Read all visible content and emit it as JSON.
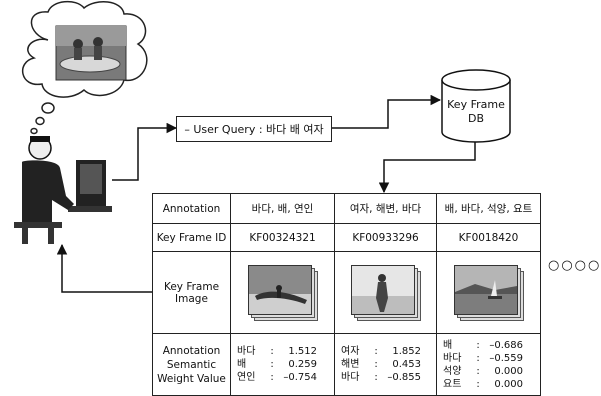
{
  "query": {
    "label": "– User Query : 바다 배 여자"
  },
  "db": {
    "line1": "Key Frame",
    "line2": "DB"
  },
  "table": {
    "annotation_header": "Annotation",
    "annotations": [
      "바다, 배, 연인",
      "여자, 해변, 바다",
      "배, 바다, 석양, 요트"
    ],
    "id_header": "Key Frame ID",
    "ids": [
      "KF00324321",
      "KF00933296",
      "KF0018420"
    ],
    "image_header_line1": "Key Frame",
    "image_header_line2": "Image",
    "weight_header_line1": "Annotation",
    "weight_header_line2": "Semantic",
    "weight_header_line3": "Weight Value",
    "weights": [
      [
        {
          "k": "바다",
          "v": "1.512"
        },
        {
          "k": "배",
          "v": "0.259"
        },
        {
          "k": "연인",
          "v": "–0.754"
        }
      ],
      [
        {
          "k": "여자",
          "v": "1.852"
        },
        {
          "k": "해변",
          "v": "0.453"
        },
        {
          "k": "바다",
          "v": "–0.855"
        }
      ],
      [
        {
          "k": "배",
          "v": "–0.686"
        },
        {
          "k": "바다",
          "v": "–0.559"
        },
        {
          "k": "석양",
          "v": "0.000"
        },
        {
          "k": "요트",
          "v": "0.000"
        }
      ]
    ]
  },
  "more": {
    "dots": "○○○○"
  }
}
